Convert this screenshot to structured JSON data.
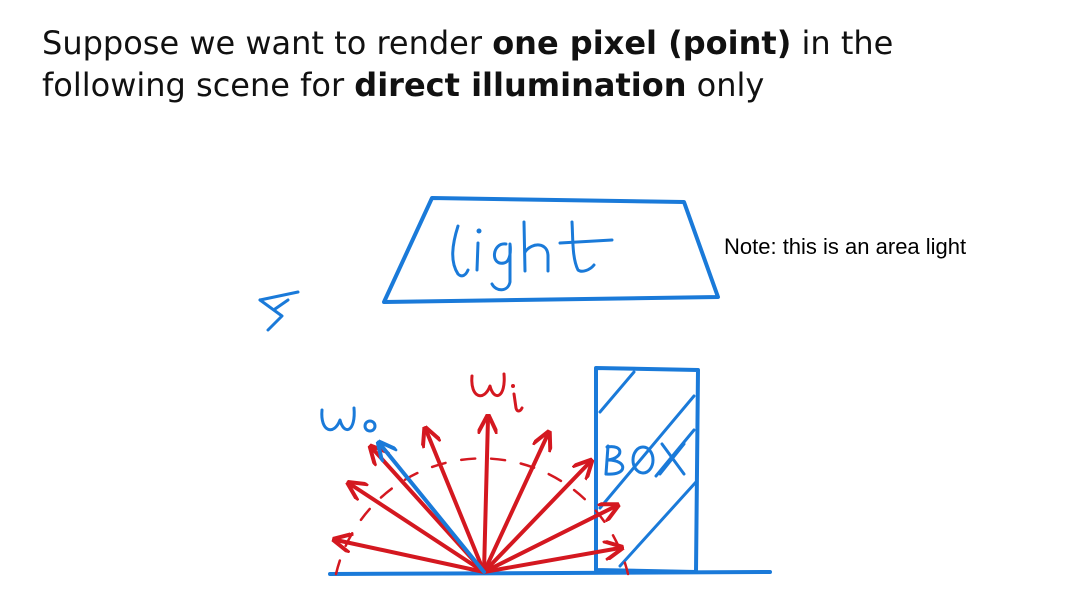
{
  "title": {
    "line1_pre": "Suppose we want to render ",
    "line1_bold": "one pixel (point)",
    "line1_post": " in the",
    "line2_pre": "following scene for ",
    "line2_bold": "direct illumination",
    "line2_post": " only"
  },
  "note": "Note: this is an area light",
  "diagram": {
    "light_label": "light",
    "box_label": "BOX",
    "wo_label": "ωo",
    "wi_label": "ωi",
    "colors": {
      "scene": "#1a7ad9",
      "incoming_rays": "#d41820"
    },
    "icons": [
      "camera-icon"
    ]
  }
}
